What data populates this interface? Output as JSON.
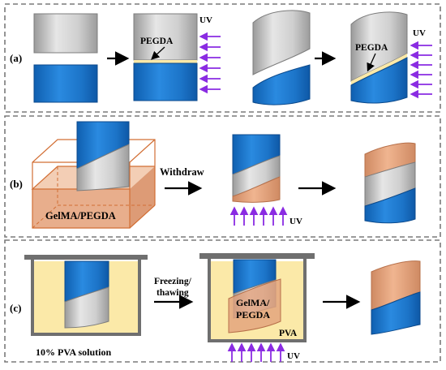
{
  "panels": {
    "a": {
      "label": "(a)",
      "pegda_left": "PEGDA",
      "pegda_right": "PEGDA",
      "uv_left": "UV",
      "uv_right": "UV"
    },
    "b": {
      "label": "(b)",
      "bath": "GelMA/PEGDA",
      "withdraw": "Withdraw",
      "uv": "UV"
    },
    "c": {
      "label": "(c)",
      "pva_solution": "10% PVA solution",
      "freezing": "Freezing/",
      "thawing": "thawing",
      "gelma": "GelMA/",
      "pegda": "PEGDA",
      "pva": "PVA",
      "uv": "UV"
    }
  },
  "colors": {
    "blue": "#1d74c9",
    "blue_dark": "#0f4f93",
    "gray": "#c9c9c9",
    "gray_dark": "#8d8d8d",
    "orange": "#e2a07a",
    "orange_box": "#d9865a",
    "yellow": "#fbe9a8",
    "purple": "#8a2be2",
    "frame": "#7b7b7b"
  }
}
